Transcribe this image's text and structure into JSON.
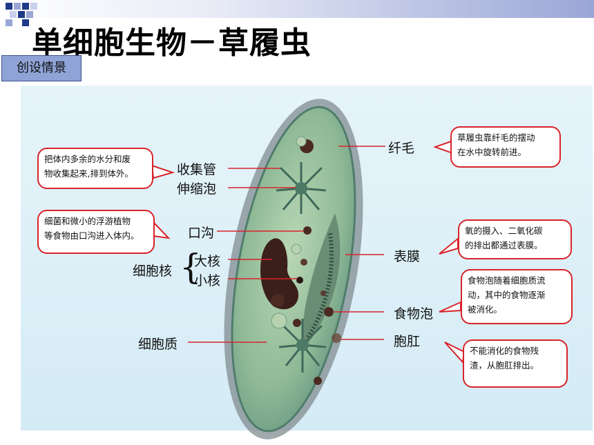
{
  "title": "单细胞生物－草履虫",
  "section_tag": "创设情景",
  "labels": {
    "cilia": "纤毛",
    "collecting_tube": "收集管",
    "contractile_vacuole": "伸缩泡",
    "oral_groove": "口沟",
    "nucleus": "细胞核",
    "macronucleus": "大核",
    "micronucleus": "小核",
    "membrane": "表膜",
    "food_vacuole": "食物泡",
    "cytoplasm": "细胞质",
    "anal_pore": "胞肛"
  },
  "callouts": {
    "cilia": [
      "草履虫靠纤毛的摆动",
      "在水中旋转前进。"
    ],
    "contractile": [
      "把体内多余的水分和废",
      "物收集起来,排到体外。"
    ],
    "oral": [
      "细菌和微小的浮游植物",
      "等食物由口沟进入体内。"
    ],
    "membrane": [
      "氧的摄入、二氧化碳",
      "的排出都通过表膜。"
    ],
    "food": [
      "食物泡随着细胞质流",
      "动，其中的食物逐渐",
      "被消化。"
    ],
    "anal": [
      "不能消化的食物残",
      "渣，从胞肛排出。"
    ]
  },
  "colors": {
    "accent_red": "#d8232a",
    "tag_blue": "#8fa3d6",
    "cell_green": "#8fb996",
    "nucleus_dark": "#3a1f1a"
  }
}
